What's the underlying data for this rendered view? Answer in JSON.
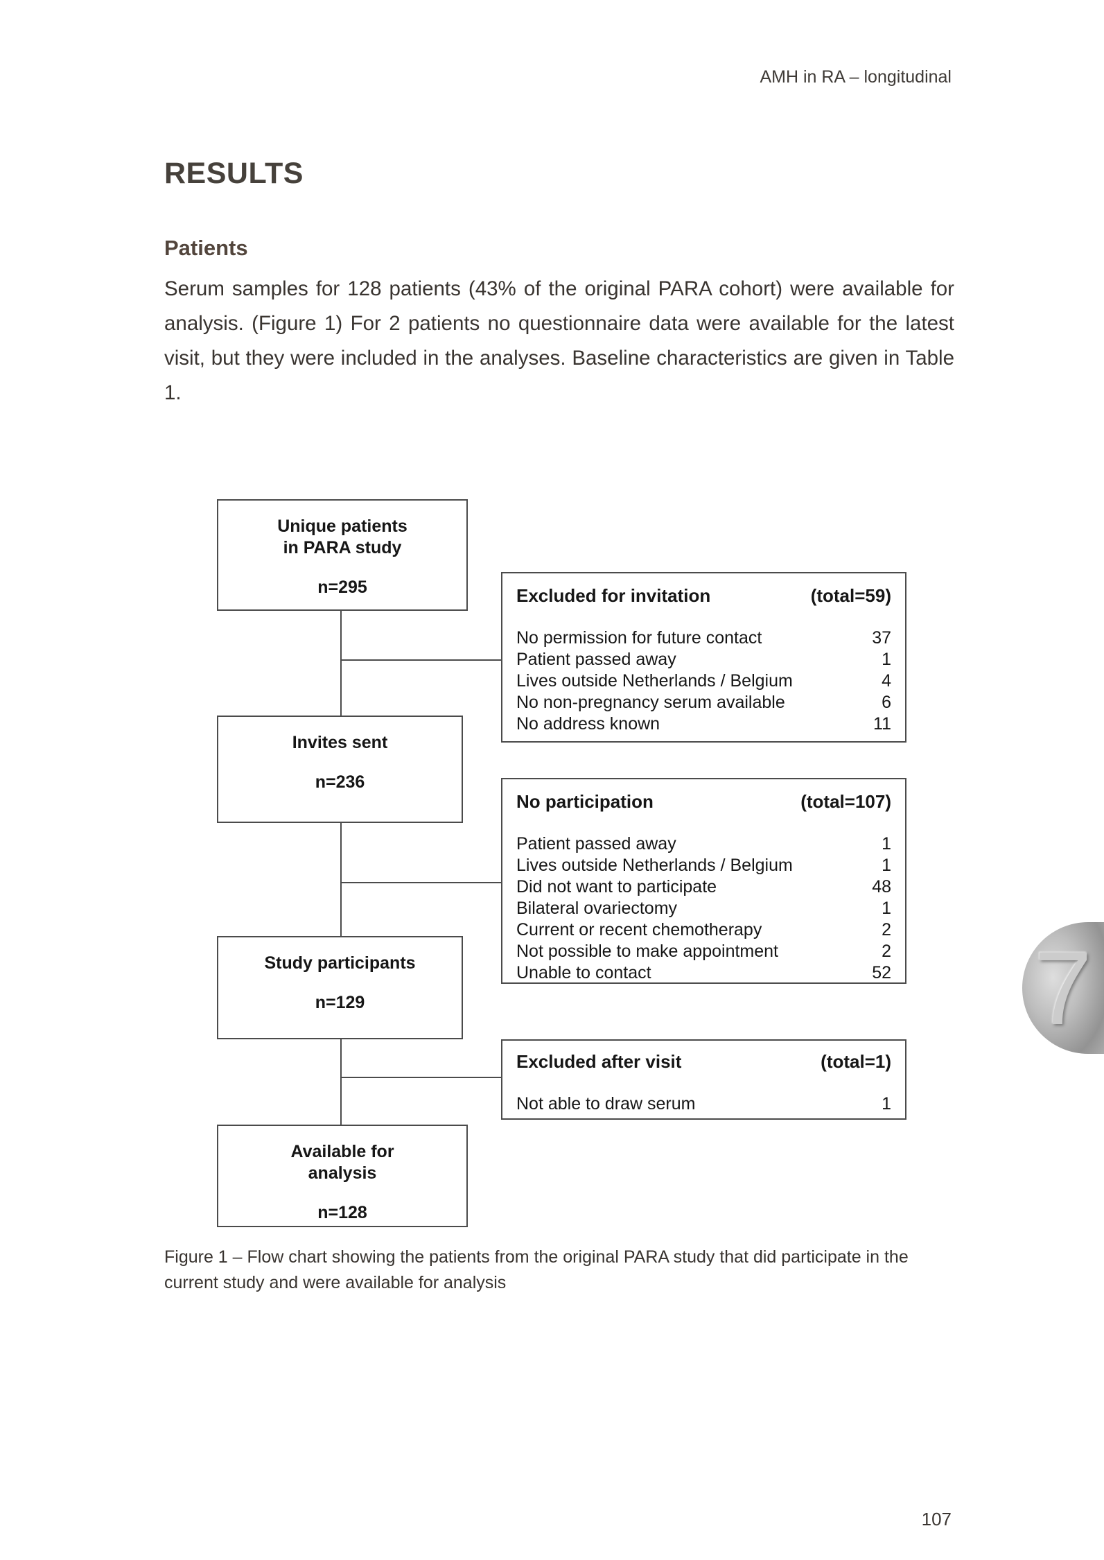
{
  "page": {
    "running_header": "AMH in RA – longitudinal",
    "page_number": "107",
    "chapter_tab": "7"
  },
  "content": {
    "section_title": "RESULTS",
    "subsection_title": "Patients",
    "body_paragraph": "Serum samples for 128 patients (43% of the original PARA cohort) were available for analysis. (Figure 1) For 2 patients no questionnaire data were available for the latest visit, but they were included in the analyses.  Baseline characteristics are given in Table 1."
  },
  "flowchart": {
    "main_boxes": [
      {
        "title": "Unique patients\nin PARA study",
        "count": "n=295"
      },
      {
        "title": "Invites sent",
        "count": "n=236"
      },
      {
        "title": "Study participants",
        "count": "n=129"
      },
      {
        "title": "Available for\nanalysis",
        "count": "n=128"
      }
    ],
    "side_boxes": [
      {
        "title": "Excluded for invitation",
        "total": "(total=59)",
        "items": [
          {
            "label": "No permission for future contact",
            "value": "37"
          },
          {
            "label": "Patient passed away",
            "value": "1"
          },
          {
            "label": "Lives outside Netherlands / Belgium",
            "value": "4"
          },
          {
            "label": "No non-pregnancy serum available",
            "value": "6"
          },
          {
            "label": "No address known",
            "value": "11"
          }
        ]
      },
      {
        "title": "No participation",
        "total": "(total=107)",
        "items": [
          {
            "label": "Patient passed away",
            "value": "1"
          },
          {
            "label": "Lives outside Netherlands / Belgium",
            "value": "1"
          },
          {
            "label": "Did not want to participate",
            "value": "48"
          },
          {
            "label": "Bilateral ovariectomy",
            "value": "1"
          },
          {
            "label": "Current or recent chemotherapy",
            "value": "2"
          },
          {
            "label": "Not possible to make appointment",
            "value": "2"
          },
          {
            "label": "Unable to contact",
            "value": "52"
          }
        ]
      },
      {
        "title": "Excluded after visit",
        "total": "(total=1)",
        "items": [
          {
            "label": "Not able to draw serum",
            "value": "1"
          }
        ]
      }
    ],
    "caption": "Figure 1 – Flow chart showing the patients from the original PARA study that did participate in the current study and were available for analysis"
  }
}
